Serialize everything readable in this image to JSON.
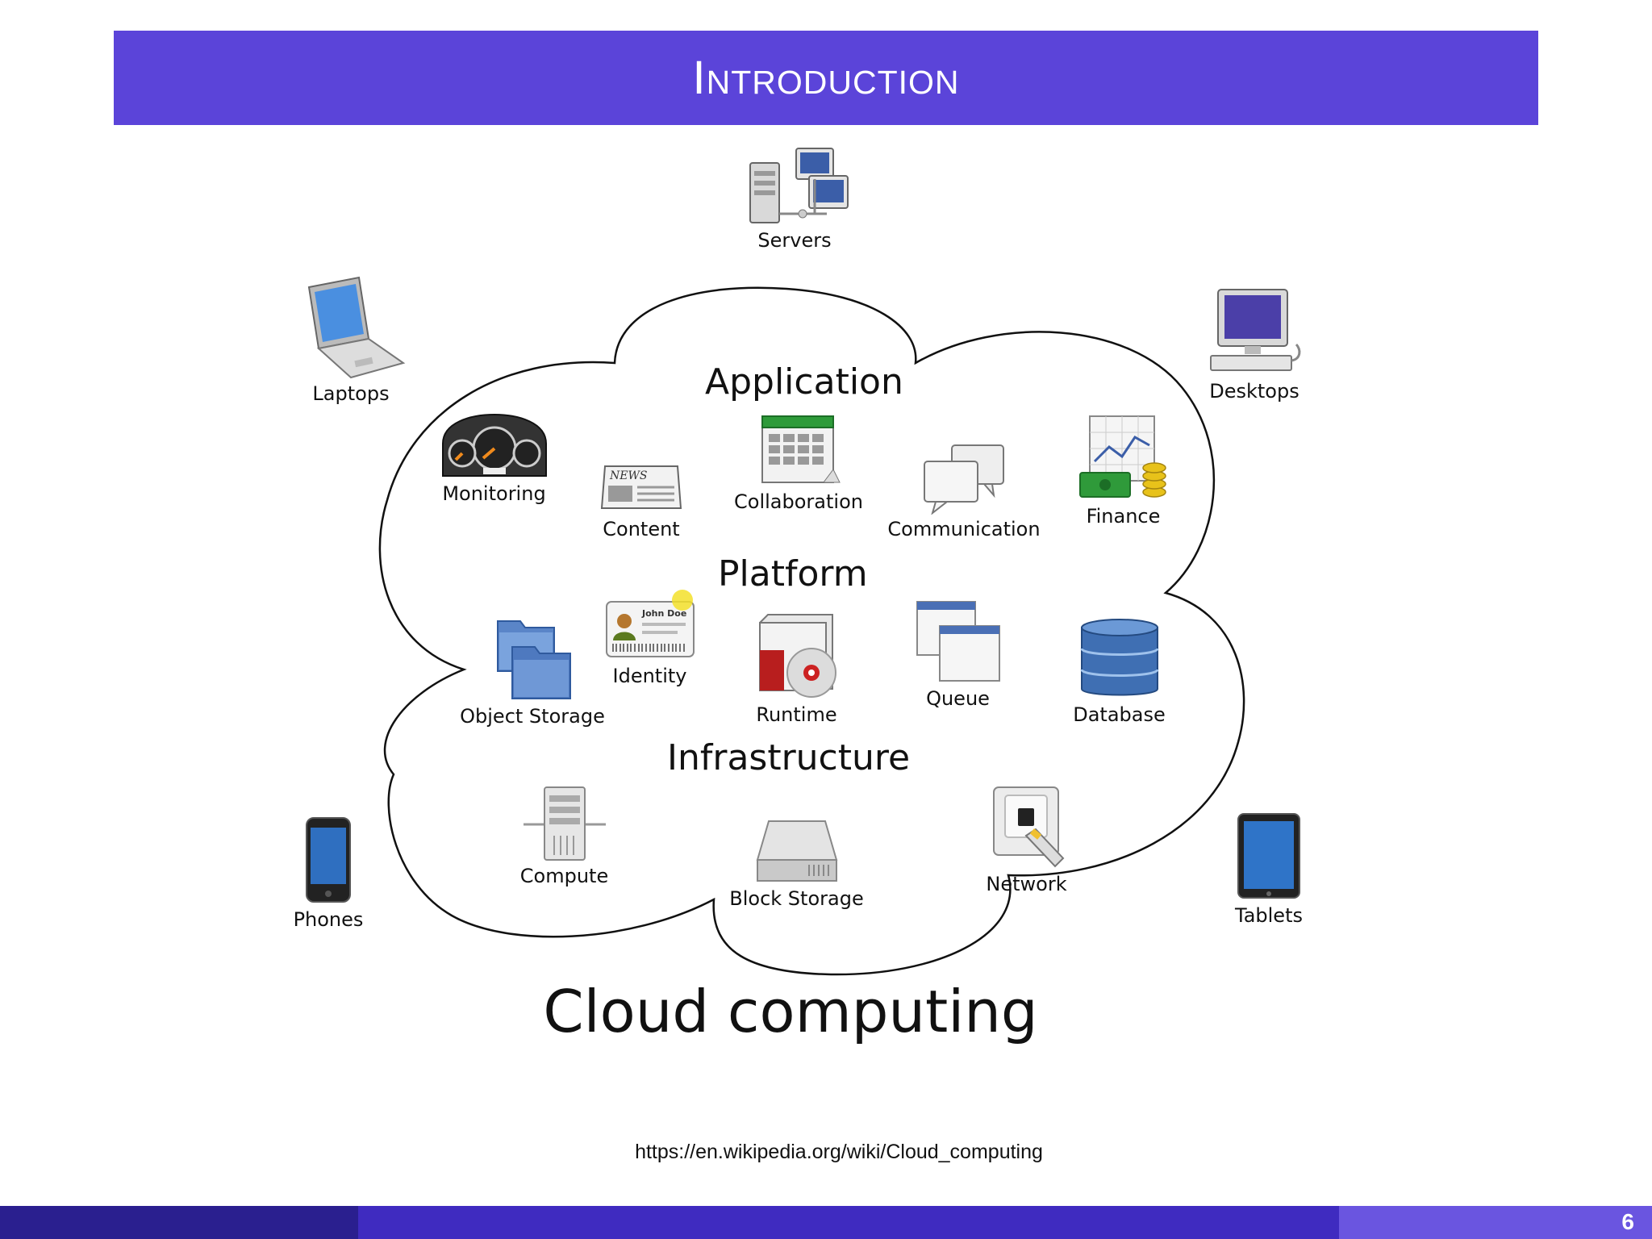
{
  "slide": {
    "title": "Introduction",
    "page_number": "6",
    "source_url": "https://en.wikipedia.org/wiki/Cloud_computing"
  },
  "diagram": {
    "caption": "Cloud computing",
    "layers": {
      "application": "Application",
      "platform": "Platform",
      "infrastructure": "Infrastructure"
    },
    "clients": {
      "servers": "Servers",
      "laptops": "Laptops",
      "desktops": "Desktops",
      "phones": "Phones",
      "tablets": "Tablets"
    },
    "services": {
      "monitoring": "Monitoring",
      "content": "Content",
      "collaboration": "Collaboration",
      "communication": "Communication",
      "finance": "Finance",
      "object_storage": "Object Storage",
      "identity": "Identity",
      "runtime": "Runtime",
      "queue": "Queue",
      "database": "Database",
      "compute": "Compute",
      "block_storage": "Block Storage",
      "network": "Network"
    },
    "identity_card_text": "John Doe",
    "content_icon_text": "NEWS"
  }
}
